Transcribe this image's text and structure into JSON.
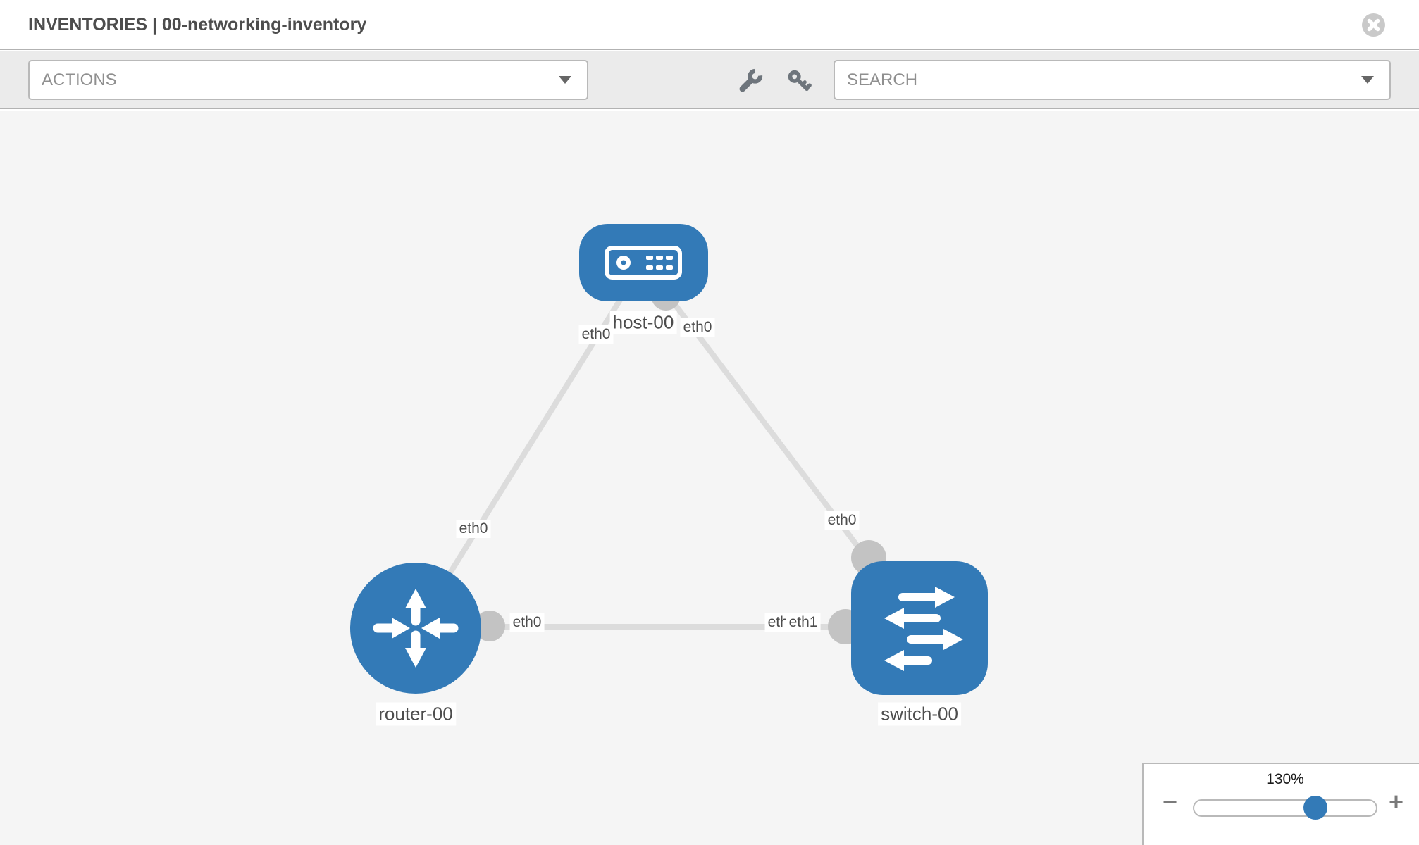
{
  "header": {
    "title": "INVENTORIES | 00-networking-inventory"
  },
  "toolbar": {
    "actions_label": "ACTIONS",
    "search_placeholder": "SEARCH",
    "icons": [
      "wrench-icon",
      "key-icon"
    ]
  },
  "graph": {
    "nodes": [
      {
        "id": "host-00",
        "type": "host",
        "label": "host-00"
      },
      {
        "id": "router-00",
        "type": "router",
        "label": "router-00"
      },
      {
        "id": "switch-00",
        "type": "switch",
        "label": "switch-00"
      }
    ],
    "links": [
      {
        "source": "host-00",
        "source_interface": "eth0",
        "target": "router-00",
        "target_interface": "eth0"
      },
      {
        "source": "host-00",
        "source_interface": "eth0",
        "target": "switch-00",
        "target_interface": "eth0"
      },
      {
        "source": "router-00",
        "source_interface": "eth0",
        "target": "switch-00",
        "target_interface": "eth1"
      }
    ],
    "iface_labels": [
      {
        "label": "eth0"
      },
      {
        "label": "eth0"
      },
      {
        "label": "eth0"
      },
      {
        "label": "eth0"
      },
      {
        "label": "eth0"
      },
      {
        "label": "eth0"
      },
      {
        "label": "eth1"
      }
    ]
  },
  "zoom_control": {
    "level": "130%",
    "minus_label": "−",
    "plus_label": "+"
  },
  "colors": {
    "node_blue": "#337ab7",
    "link_gray": "#dcdcdc",
    "port_gray": "#c3c3c3",
    "label_text": "#4d4d4d",
    "toolbar_bg": "#ebebeb",
    "canvas_bg": "#f5f5f5"
  }
}
